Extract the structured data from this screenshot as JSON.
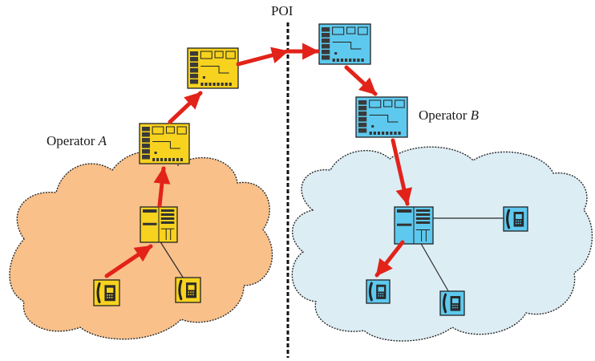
{
  "labels": {
    "poi": "POI",
    "operator_a": {
      "prefix": "Operator ",
      "letter": "A"
    },
    "operator_b": {
      "prefix": "Operator ",
      "letter": "B"
    }
  },
  "colors": {
    "cloud_a": "#f9c08a",
    "cloud_b": "#dcedf4",
    "cloud_outline": "#2a2a2a",
    "switch_a": "#f7d21f",
    "switch_b": "#5ec9ee",
    "arrow": "#e2231a",
    "line": "#2a2a2a"
  },
  "icons": {
    "switch": "switch-icon",
    "telephone": "telephone-icon"
  }
}
